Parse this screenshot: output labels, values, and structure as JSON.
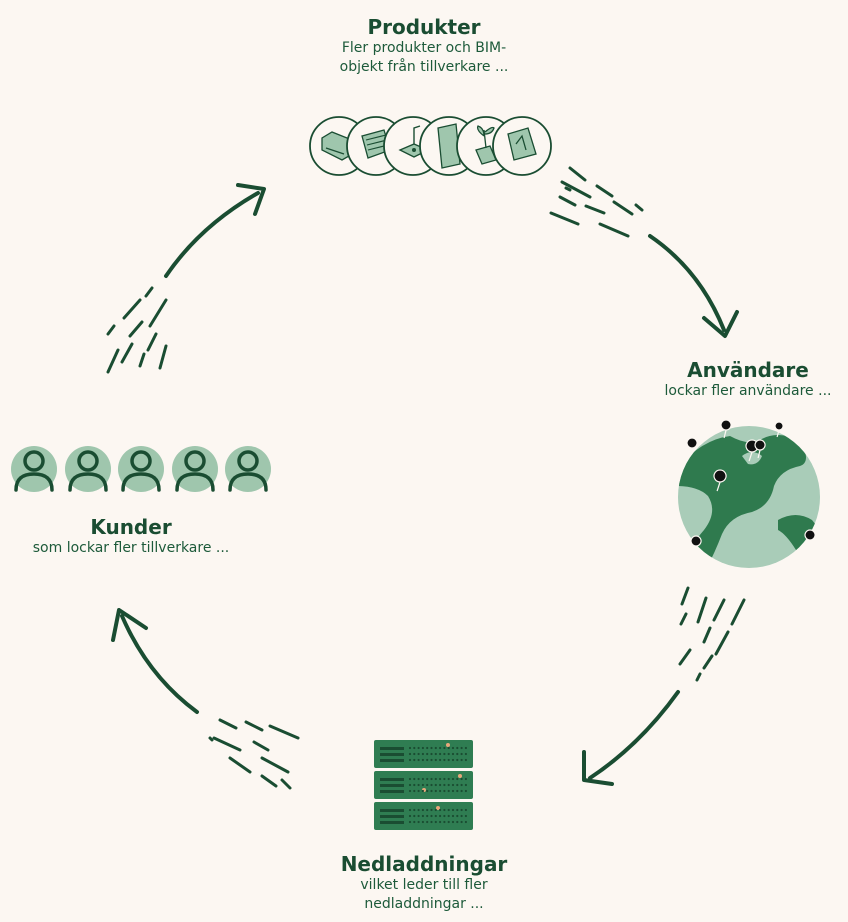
{
  "colors": {
    "background": "#fcf7f2",
    "dark_green": "#1a4d32",
    "mid_green": "#2f7a4e",
    "light_green": "#9fc6ad",
    "globe_light": "#a9ccb8",
    "server_green": "#2f7d52",
    "led_orange": "#e8a77b"
  },
  "nodes": {
    "produkter": {
      "title": "Produkter",
      "desc_line1": "Fler produkter och BIM-",
      "desc_line2": "objekt från tillverkare ..."
    },
    "anvandare": {
      "title": "Användare",
      "desc_line1": "lockar fler användare ..."
    },
    "nedladdningar": {
      "title": "Nedladdningar",
      "desc_line1": "vilket leder till fler",
      "desc_line2": "nedladdningar ..."
    },
    "kunder": {
      "title": "Kunder",
      "desc_line1": "som lockar fler tillverkare ..."
    }
  },
  "icons": {
    "products": [
      "sofa-icon",
      "radiator-icon",
      "sink-icon",
      "door-icon",
      "plant-icon",
      "cabinet-icon"
    ],
    "users": [
      "person-icon",
      "person-icon",
      "person-icon",
      "person-icon",
      "person-icon"
    ],
    "globe": "globe-with-location-pins-icon",
    "servers": [
      "server-icon",
      "server-icon",
      "server-icon"
    ]
  }
}
